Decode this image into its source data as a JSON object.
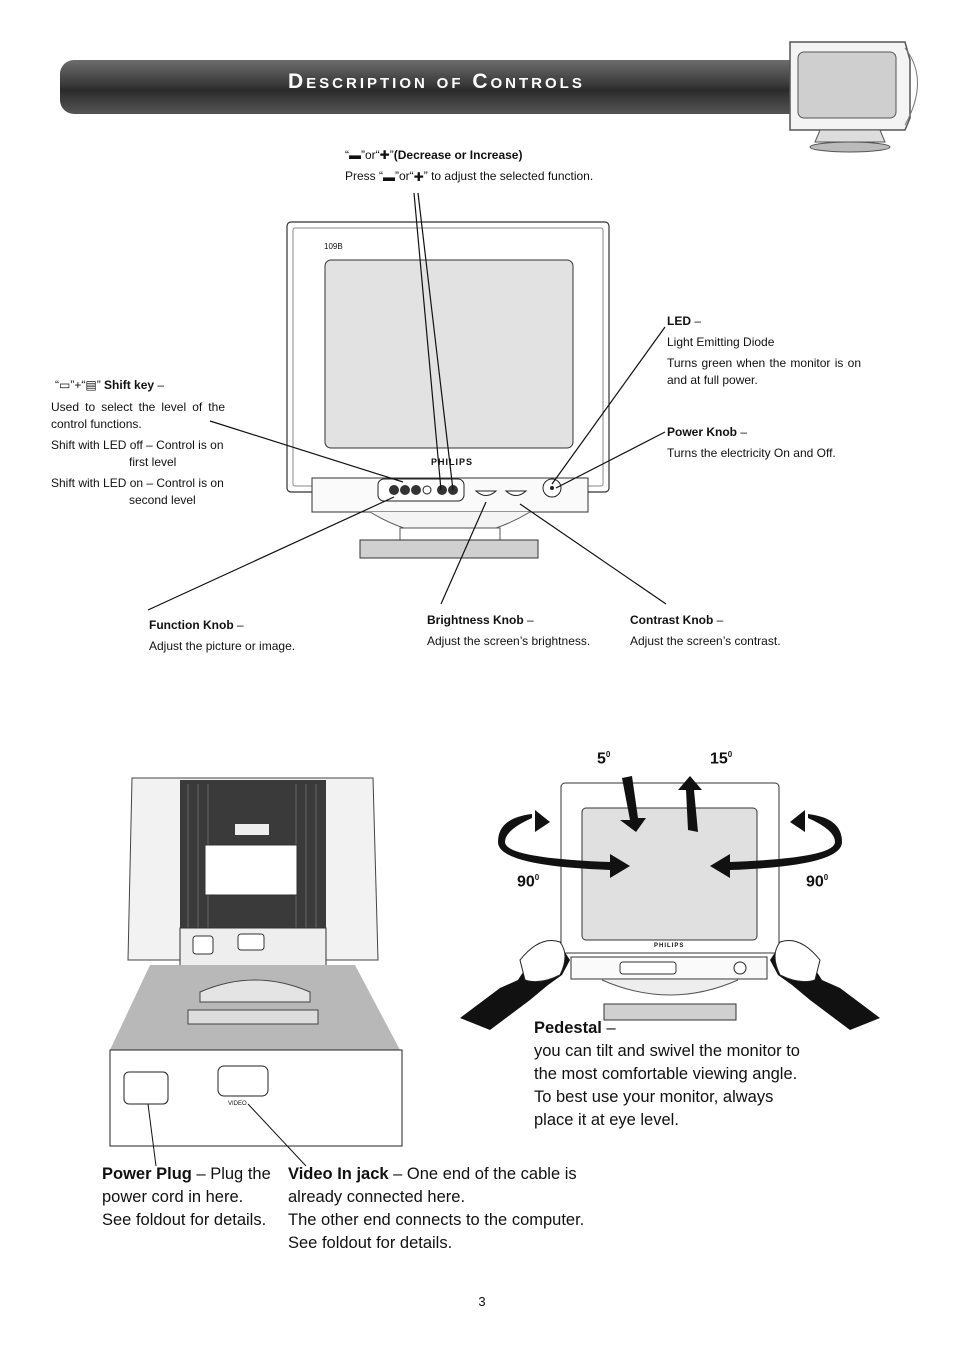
{
  "page": {
    "title": "Description of Controls",
    "page_number": "3"
  },
  "callouts": {
    "decrease_increase": {
      "q1": "“",
      "mid": "”or“",
      "q2": "”",
      "title": "(Decrease or Increase)",
      "desc_pre": "Press “",
      "desc_mid": "”or“",
      "desc_post": "” to adjust the selected function."
    },
    "shift_key": {
      "q1": "“",
      "mid": "”+“",
      "q2": "”",
      "title": "Shift key",
      "dash": " –",
      "desc": "Used to select the level of the control functions.",
      "led_off_a": "Shift with LED off – Control is on",
      "led_off_b": "first level",
      "led_on_a": "Shift with LED on – Control is on",
      "led_on_b": "second level"
    },
    "led": {
      "title": "LED",
      "dash": " –",
      "line1": "Light Emitting Diode",
      "line2": "Turns green when the monitor is on and at full power."
    },
    "power_knob": {
      "title": "Power Knob",
      "dash": " –",
      "desc": "Turns the electricity On and Off."
    },
    "function_knob": {
      "title": "Function Knob",
      "dash": " –",
      "desc": "Adjust the picture or image."
    },
    "brightness_knob": {
      "title": "Brightness Knob",
      "dash": " –",
      "desc": "Adjust the screen’s brightness."
    },
    "contrast_knob": {
      "title": "Contrast Knob",
      "dash": " –",
      "desc": "Adjust the screen’s contrast."
    }
  },
  "monitor": {
    "brand": "PHILIPS",
    "model_badge": "109B",
    "video_label": "VIDEO"
  },
  "pedestal": {
    "title": "Pedestal",
    "dash": " –",
    "line1": "you can tilt and swivel the monitor to",
    "line2": "the most comfortable viewing angle.",
    "line3": "To best use your monitor, always",
    "line4": "place it at eye level.",
    "tilt_forward": "5",
    "tilt_back": "15",
    "swivel_left": "90",
    "swivel_right": "90",
    "degree_mark": "0"
  },
  "rear": {
    "power_plug": {
      "title": "Power Plug",
      "rest": " – Plug the",
      "line2": "power cord in here.",
      "line3": "See foldout for details."
    },
    "video_in": {
      "title": "Video In jack",
      "rest": " – One end of the cable is",
      "line2": "already connected here.",
      "line3": "The other end connects to the computer.",
      "line4": "See foldout for details."
    }
  },
  "colors": {
    "banner_dark": "#2a2a2a",
    "screen_gray": "#d8d8d8",
    "line": "#111111"
  }
}
